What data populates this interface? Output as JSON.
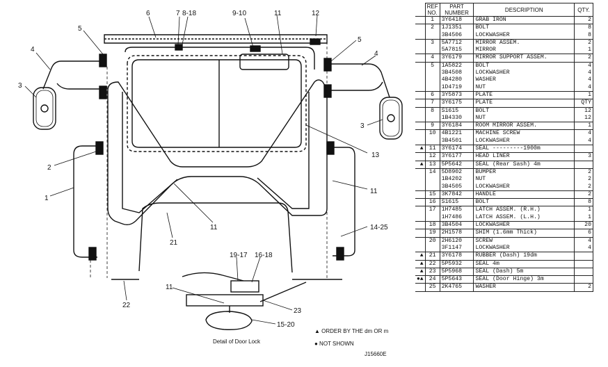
{
  "table": {
    "headers": {
      "ref": "REF NO.",
      "part": "PART NUMBER",
      "desc": "DESCRIPTION",
      "qty": "QTY."
    },
    "rows": [
      {
        "mark": "",
        "ref": "1",
        "part": "3Y6418",
        "desc": "GRAB  IRON",
        "qty": "2",
        "first": true
      },
      {
        "mark": "",
        "ref": "2",
        "part": "1J1351",
        "desc": "BOLT",
        "qty": "8",
        "first": true
      },
      {
        "mark": "",
        "ref": "",
        "part": "3B4506",
        "desc": "LOCKWASHER",
        "qty": "8",
        "first": false
      },
      {
        "mark": "",
        "ref": "3",
        "part": "5A7712",
        "desc": "MIRROR ASSEM.",
        "qty": "2",
        "first": true
      },
      {
        "mark": "",
        "ref": "",
        "part": "5A7815",
        "desc": "   MIRROR",
        "qty": "1",
        "first": false
      },
      {
        "mark": "",
        "ref": "4",
        "part": "3Y6179",
        "desc": "MIRROR SUPPORT ASSEM.",
        "qty": "2",
        "first": true
      },
      {
        "mark": "",
        "ref": "5",
        "part": "1A5822",
        "desc": "BOLT",
        "qty": "4",
        "first": true
      },
      {
        "mark": "",
        "ref": "",
        "part": "3B4508",
        "desc": "LOCKWASHER",
        "qty": "4",
        "first": false
      },
      {
        "mark": "",
        "ref": "",
        "part": "4B4280",
        "desc": "WASHER",
        "qty": "4",
        "first": false
      },
      {
        "mark": "",
        "ref": "",
        "part": "1D4719",
        "desc": "NUT",
        "qty": "4",
        "first": false
      },
      {
        "mark": "",
        "ref": "6",
        "part": "3Y5873",
        "desc": "PLATE",
        "qty": "1",
        "first": true
      },
      {
        "mark": "",
        "ref": "7",
        "part": "3Y6175",
        "desc": "PLATE",
        "qty": "QTY",
        "first": true
      },
      {
        "mark": "",
        "ref": "8",
        "part": "S1615",
        "desc": "BOLT",
        "qty": "12",
        "first": true
      },
      {
        "mark": "",
        "ref": "",
        "part": "1B4330",
        "desc": "NUT",
        "qty": "12",
        "first": false
      },
      {
        "mark": "",
        "ref": "9",
        "part": "3Y6184",
        "desc": "ROOM MIRROR ASSEM.",
        "qty": "1",
        "first": true
      },
      {
        "mark": "",
        "ref": "10",
        "part": "4B1221",
        "desc": "MACHINE SCREW",
        "qty": "4",
        "first": true
      },
      {
        "mark": "",
        "ref": "",
        "part": "3B4501",
        "desc": "LOCKWASHER",
        "qty": "4",
        "first": false
      },
      {
        "mark": "▲",
        "ref": "11",
        "part": "3Y6174",
        "desc": "SEAL  ---------1900m",
        "qty": "",
        "first": true
      },
      {
        "mark": "",
        "ref": "12",
        "part": "3Y6177",
        "desc": "HEAD LINER",
        "qty": "3",
        "first": true
      },
      {
        "mark": "▲",
        "ref": "13",
        "part": "5P5642",
        "desc": "SEAL (Rear Sash)   4m",
        "qty": "",
        "first": true
      },
      {
        "mark": "",
        "ref": "14",
        "part": "5D8902",
        "desc": "BUMPER",
        "qty": "2",
        "first": true
      },
      {
        "mark": "",
        "ref": "",
        "part": "1B4202",
        "desc": "NUT",
        "qty": "2",
        "first": false
      },
      {
        "mark": "",
        "ref": "",
        "part": "3B4505",
        "desc": "LOCKWASHER",
        "qty": "2",
        "first": false
      },
      {
        "mark": "",
        "ref": "15",
        "part": "3K7842",
        "desc": "HANDLE",
        "qty": "2",
        "first": true
      },
      {
        "mark": "",
        "ref": "16",
        "part": "S1615",
        "desc": "BOLT",
        "qty": "8",
        "first": true
      },
      {
        "mark": "",
        "ref": "17",
        "part": "1H7485",
        "desc": "LATCH ASSEM. (R.H.)",
        "qty": "1",
        "first": true
      },
      {
        "mark": "",
        "ref": "",
        "part": "1H7486",
        "desc": "LATCH ASSEM. (L.H.)",
        "qty": "1",
        "first": false
      },
      {
        "mark": "",
        "ref": "18",
        "part": "3B4504",
        "desc": "LOCKWASHER",
        "qty": "20",
        "first": true
      },
      {
        "mark": "",
        "ref": "19",
        "part": "2H1578",
        "desc": "SHIM (1.6mm Thick)",
        "qty": "6",
        "first": true
      },
      {
        "mark": "",
        "ref": "20",
        "part": "2H6120",
        "desc": "SCREW",
        "qty": "4",
        "first": true
      },
      {
        "mark": "",
        "ref": "",
        "part": "3F1147",
        "desc": "LOCKWASHER",
        "qty": "4",
        "first": false
      },
      {
        "mark": "▲",
        "ref": "21",
        "part": "3Y6178",
        "desc": "RUBBER (Dash)   19dm",
        "qty": "",
        "first": true
      },
      {
        "mark": "▲",
        "ref": "22",
        "part": "5P5932",
        "desc": "SEAL             4m",
        "qty": "",
        "first": true
      },
      {
        "mark": "▲",
        "ref": "23",
        "part": "5P5968",
        "desc": "SEAL (Dash)      5m",
        "qty": "",
        "first": true
      },
      {
        "mark": "●▲",
        "ref": "24",
        "part": "5P5643",
        "desc": "SEAL (Door Hinge) 3m",
        "qty": "",
        "first": true
      },
      {
        "mark": "",
        "ref": "25",
        "part": "2K4765",
        "desc": "WASHER",
        "qty": "2",
        "first": true
      }
    ]
  },
  "notes": {
    "order": "▲ ORDER BY THE dm OR m",
    "not_shown": "● NOT SHOWN"
  },
  "detail_caption": "Detail of Door Lock",
  "figure_id": "J15660E",
  "callouts": {
    "c1": "1",
    "c2": "2",
    "c3a": "3",
    "c3b": "3",
    "c4a": "4",
    "c4b": "4",
    "c5a": "5",
    "c5b": "5",
    "c6": "6",
    "c7": "7",
    "c818": "8-18",
    "c910": "9-10",
    "c11a": "11",
    "c11b": "11",
    "c11c": "11",
    "c11d": "11",
    "c12": "12",
    "c13": "13",
    "c1425": "14-25",
    "c21": "21",
    "c22": "22",
    "c1917": "19-17",
    "c1618": "16-18",
    "c23": "23",
    "c1520": "15-20"
  }
}
